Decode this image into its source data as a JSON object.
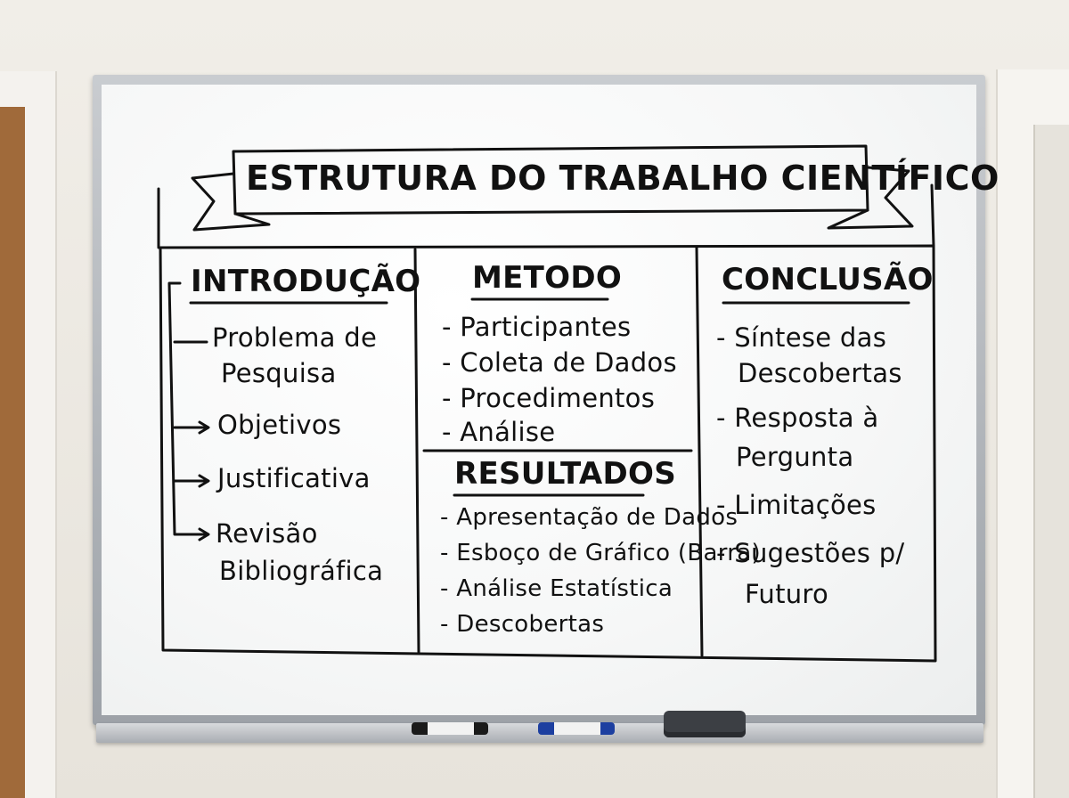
{
  "board": {
    "title": "ESTRUTURA DO TRABALHO CIENTÍFICO",
    "introducao": {
      "heading": "INTRODUÇÃO",
      "items": [
        "Problema de",
        "Pesquisa",
        "Objetivos",
        "Justificativa",
        "Revisão",
        "Bibliográfica"
      ]
    },
    "metodo": {
      "heading": "METODO",
      "items": [
        "- Participantes",
        "- Coleta de Dados",
        "- Procedimentos",
        "- Análise"
      ]
    },
    "resultados": {
      "heading": "RESULTADOS",
      "items": [
        "- Apresentação de Dados",
        "- Esboço de Gráfico (Barra)",
        "- Análise Estatística",
        "- Descobertas"
      ]
    },
    "conclusao": {
      "heading": "CONCLUSÃO",
      "items": [
        "- Síntese das",
        "Descobertas",
        "- Resposta à",
        "Pergunta",
        "- Limitações",
        "- Sugestões p/",
        "Futuro"
      ]
    }
  },
  "colors": {
    "ink": "#111111",
    "board": "#f6f7f7",
    "frame": "#a9adb2"
  }
}
